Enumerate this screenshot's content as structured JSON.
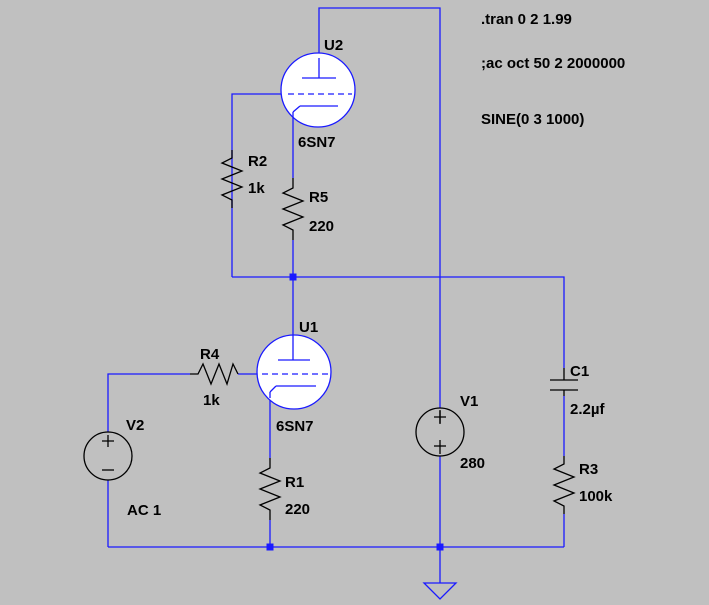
{
  "schematic": {
    "directives": {
      "tran": ".tran 0 2 1.99",
      "ac": ";ac oct 50 2 2000000",
      "sine": "SINE(0 3 1000)"
    },
    "tubes": [
      {
        "ref": "U2",
        "model": "6SN7"
      },
      {
        "ref": "U1",
        "model": "6SN7"
      }
    ],
    "resistors": [
      {
        "ref": "R2",
        "value": "1k"
      },
      {
        "ref": "R5",
        "value": "220"
      },
      {
        "ref": "R4",
        "value": "1k"
      },
      {
        "ref": "R1",
        "value": "220"
      },
      {
        "ref": "R3",
        "value": "100k"
      }
    ],
    "capacitors": [
      {
        "ref": "C1",
        "value": "2.2µf"
      }
    ],
    "sources": [
      {
        "ref": "V1",
        "value": "280"
      },
      {
        "ref": "V2",
        "value": "AC 1"
      }
    ],
    "colors": {
      "background": "#c0c0c0",
      "wire": "#1a1aff",
      "component": "#000000",
      "tube_fill": "#ffffff"
    }
  }
}
